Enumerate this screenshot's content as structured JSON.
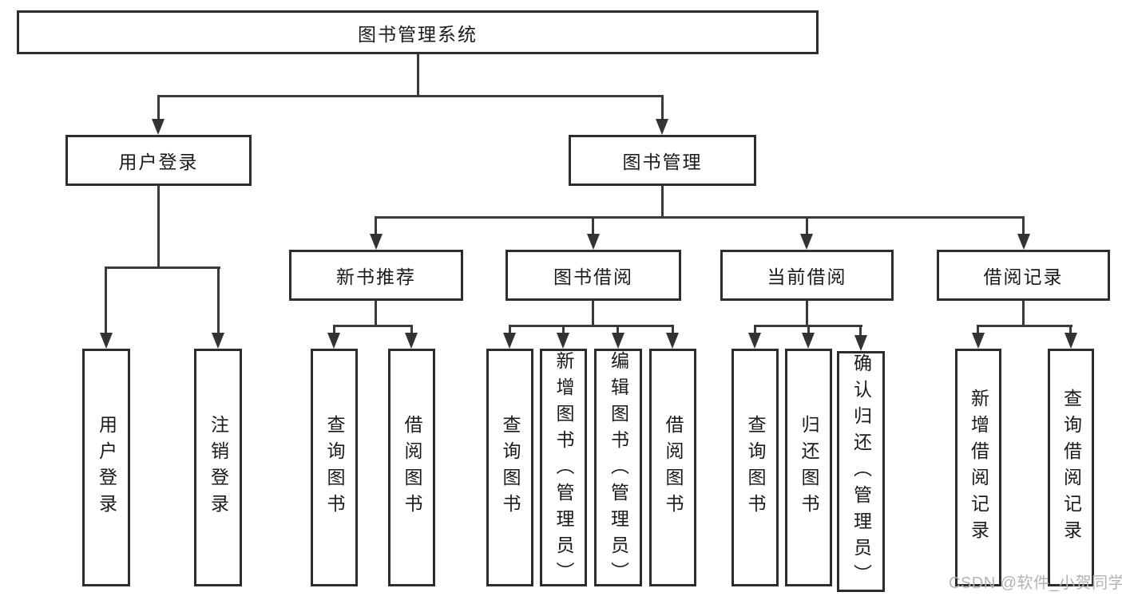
{
  "diagram": {
    "watermark": "CSDN @软件_小贺同学",
    "colors": {
      "line": "#3a3a3a",
      "box_border": "#2d2d2d",
      "text": "#1a1a1a",
      "watermark": "#b3b3b3",
      "background": "#ffffff"
    },
    "tree": {
      "label": "图书管理系统",
      "children": [
        {
          "label": "用户登录",
          "children": [
            {
              "label": "用户登录"
            },
            {
              "label": "注销登录"
            }
          ]
        },
        {
          "label": "图书管理",
          "children": [
            {
              "label": "新书推荐",
              "children": [
                {
                  "label": "查询图书"
                },
                {
                  "label": "借阅图书"
                }
              ]
            },
            {
              "label": "图书借阅",
              "children": [
                {
                  "label": "查询图书"
                },
                {
                  "label": "新增图书（管理员）"
                },
                {
                  "label": "编辑图书（管理员）"
                },
                {
                  "label": "借阅图书"
                }
              ]
            },
            {
              "label": "当前借阅",
              "children": [
                {
                  "label": "查询图书"
                },
                {
                  "label": "归还图书"
                },
                {
                  "label": "确认归还（管理员）"
                }
              ]
            },
            {
              "label": "借阅记录",
              "children": [
                {
                  "label": "新增借阅记录"
                },
                {
                  "label": "查询借阅记录"
                }
              ]
            }
          ]
        }
      ]
    }
  }
}
